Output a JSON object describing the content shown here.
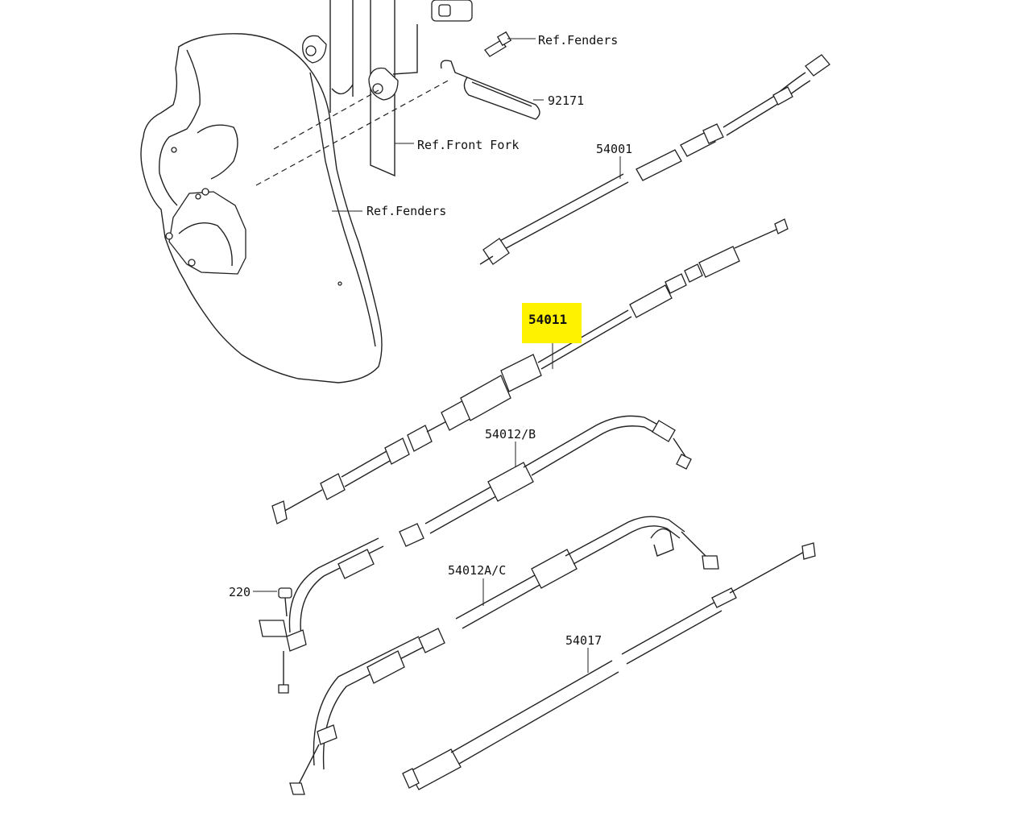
{
  "diagram": {
    "highlight_color": "#FFF200",
    "callouts": {
      "ref_fenders_top": "Ref.Fenders",
      "part_92171": "92171",
      "ref_front_fork": "Ref.Front Fork",
      "ref_fenders_mid": "Ref.Fenders",
      "part_54001": "54001",
      "part_54011": "54011",
      "part_54012b": "54012/B",
      "part_220": "220",
      "part_54012ac": "54012A/C",
      "part_54017": "54017"
    }
  }
}
